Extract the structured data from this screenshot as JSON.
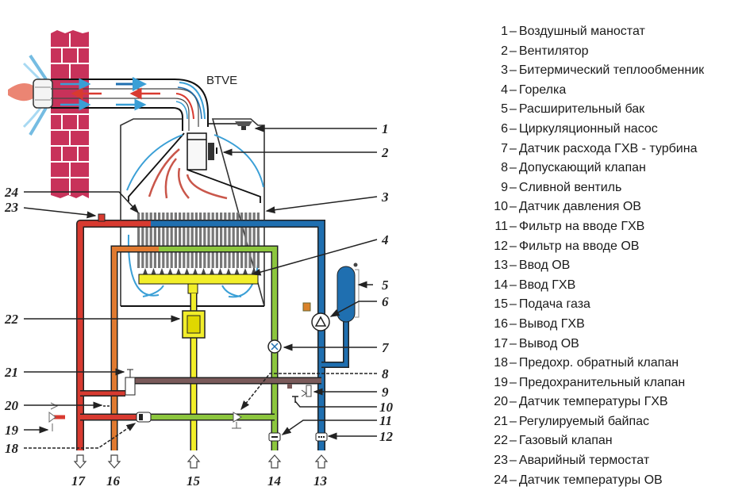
{
  "diagram": {
    "title_label": "BTVE",
    "colors": {
      "heating_supply": "#d83a30",
      "hot_water_out": "#e07a30",
      "gas": "#f2ee2a",
      "cold_water_in": "#8cc63e",
      "heating_return": "#1f6fb0",
      "bypass": "#7a5a5a",
      "flame_hot": "#c0392b",
      "air_flow": "#3a9fd6",
      "brick": "#c8325a"
    },
    "callouts": [
      {
        "id": 1,
        "label": "1"
      },
      {
        "id": 2,
        "label": "2"
      },
      {
        "id": 3,
        "label": "3"
      },
      {
        "id": 4,
        "label": "4"
      },
      {
        "id": 5,
        "label": "5"
      },
      {
        "id": 6,
        "label": "6"
      },
      {
        "id": 7,
        "label": "7"
      },
      {
        "id": 8,
        "label": "8"
      },
      {
        "id": 9,
        "label": "9"
      },
      {
        "id": 10,
        "label": "10"
      },
      {
        "id": 11,
        "label": "11"
      },
      {
        "id": 12,
        "label": "12"
      },
      {
        "id": 13,
        "label": "13"
      },
      {
        "id": 14,
        "label": "14"
      },
      {
        "id": 15,
        "label": "15"
      },
      {
        "id": 16,
        "label": "16"
      },
      {
        "id": 17,
        "label": "17"
      },
      {
        "id": 18,
        "label": "18"
      },
      {
        "id": 19,
        "label": "19"
      },
      {
        "id": 20,
        "label": "20"
      },
      {
        "id": 21,
        "label": "21"
      },
      {
        "id": 22,
        "label": "22"
      },
      {
        "id": 23,
        "label": "23"
      },
      {
        "id": 24,
        "label": "24"
      }
    ]
  },
  "legend": {
    "dash": "–",
    "items": [
      {
        "num": "1",
        "text": "Воздушный маностат"
      },
      {
        "num": "2",
        "text": "Вентилятор"
      },
      {
        "num": "3",
        "text": "Битермический теплообменник"
      },
      {
        "num": "4",
        "text": "Горелка"
      },
      {
        "num": "5",
        "text": "Расширительный бак"
      },
      {
        "num": "6",
        "text": "Циркуляционный насос"
      },
      {
        "num": "7",
        "text": "Датчик расхода ГХВ - турбина"
      },
      {
        "num": "8",
        "text": "Допускающий клапан"
      },
      {
        "num": "9",
        "text": "Сливной вентиль"
      },
      {
        "num": "10",
        "text": "Датчик давления ОВ"
      },
      {
        "num": "11",
        "text": "Фильтр на вводе ГХВ"
      },
      {
        "num": "12",
        "text": "Фильтр на вводе ОВ"
      },
      {
        "num": "13",
        "text": "Ввод ОВ"
      },
      {
        "num": "14",
        "text": "Ввод ГХВ"
      },
      {
        "num": "15",
        "text": "Подача газа"
      },
      {
        "num": "16",
        "text": "Вывод ГХВ"
      },
      {
        "num": "17",
        "text": "Вывод ОВ"
      },
      {
        "num": "18",
        "text": "Предохр. обратный клапан"
      },
      {
        "num": "19",
        "text": "Предохранительный клапан"
      },
      {
        "num": "20",
        "text": "Датчик температуры ГХВ"
      },
      {
        "num": "21",
        "text": "Регулируемый байпас"
      },
      {
        "num": "22",
        "text": "Газовый клапан"
      },
      {
        "num": "23",
        "text": "Аварийный термостат"
      },
      {
        "num": "24",
        "text": "Датчик температуры ОВ"
      }
    ]
  }
}
